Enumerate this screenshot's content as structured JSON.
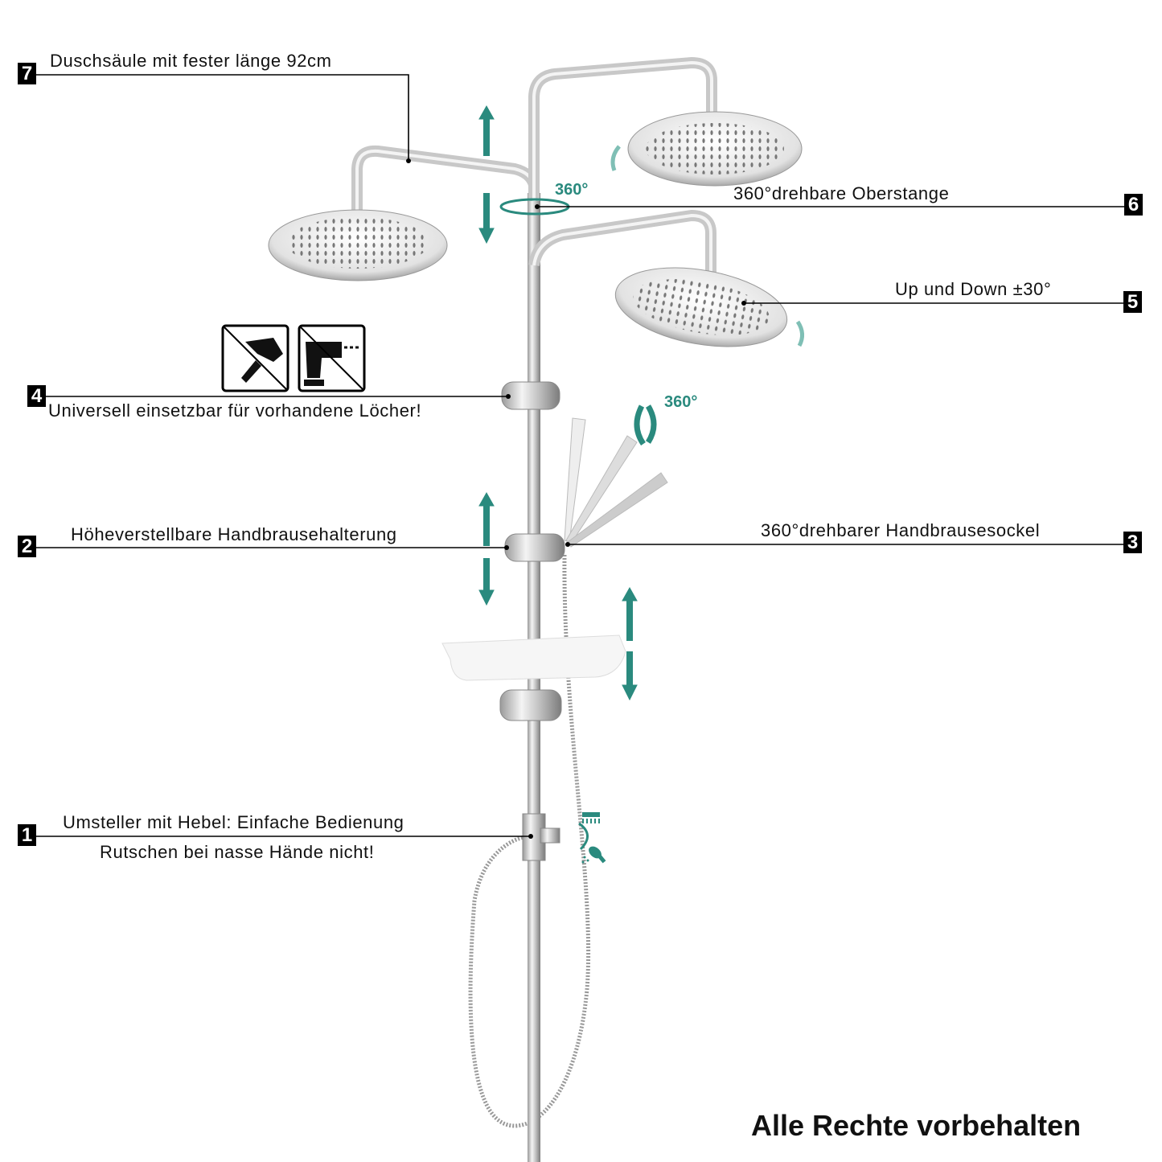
{
  "callouts": [
    {
      "number": "7",
      "text": "Duschsäule mit fester länge 92cm"
    },
    {
      "number": "6",
      "text": "360°drehbare Oberstange"
    },
    {
      "number": "5",
      "text": "Up und Down ±30°"
    },
    {
      "number": "4",
      "text": "Universell einsetzbar für vorhandene Löcher!"
    },
    {
      "number": "2",
      "text": "Höheverstellbare Handbrausehalterung"
    },
    {
      "number": "3",
      "text": "360°drehbarer Handbrausesockel"
    },
    {
      "number": "1",
      "text": "Umsteller mit Hebel: Einfache Bedienung",
      "text2": "Rutschen bei nasse Hände nicht!"
    }
  ],
  "rotation_labels": {
    "top_bar": "360°",
    "hand_shower": "360°"
  },
  "footer": "Alle Rechte vorbehalten",
  "colors": {
    "accent": "#2a8a7e",
    "line": "#000000"
  },
  "icons": [
    "no-hammer-icon",
    "no-drill-icon",
    "rain-shower-icon",
    "hand-shower-icon"
  ]
}
